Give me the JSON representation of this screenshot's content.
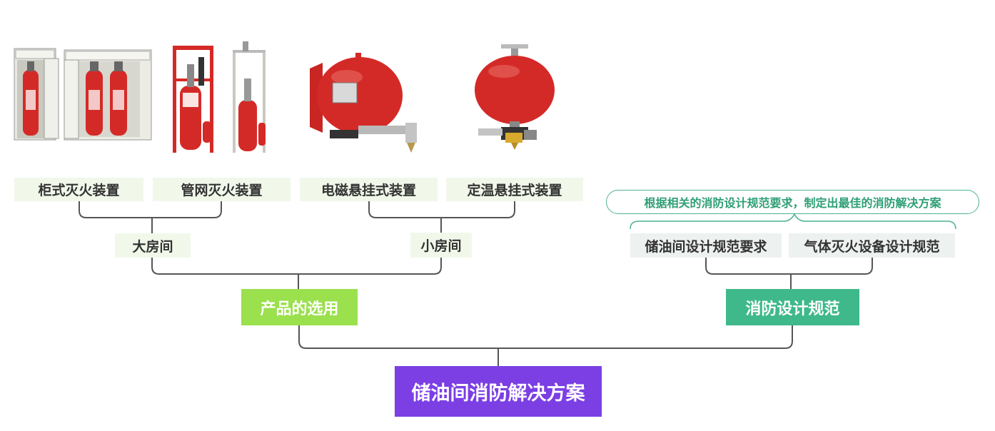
{
  "colors": {
    "root_bg": "#7b3fe4",
    "selection_bg": "#9be04d",
    "code_bg": "#3fb98b",
    "leaf_bg": "#f1f8ea",
    "leaf_gray_bg": "#edf1ef",
    "connector": "#555555",
    "note_border": "#4db38d",
    "extinguisher_red": "#d42a27"
  },
  "root": {
    "label": "储油间消防解决方案"
  },
  "selection": {
    "label": "产品的选用",
    "large_room": {
      "label": "大房间",
      "devices": [
        "柜式灭火装置",
        "管网灭火装置"
      ]
    },
    "small_room": {
      "label": "小房间",
      "devices": [
        "电磁悬挂式装置",
        "定温悬挂式装置"
      ]
    }
  },
  "code": {
    "label": "消防设计规范",
    "items": [
      "储油间设计规范要求",
      "气体灭火设备设计规范"
    ],
    "note": "根据相关的消防设计规范要求，制定出最佳的消防解决方案"
  },
  "images": [
    {
      "icon": "cabinet-extinguisher-icon"
    },
    {
      "icon": "pipe-network-extinguisher-icon"
    },
    {
      "icon": "electromagnetic-suspended-extinguisher-icon"
    },
    {
      "icon": "thermal-suspended-extinguisher-icon"
    }
  ]
}
